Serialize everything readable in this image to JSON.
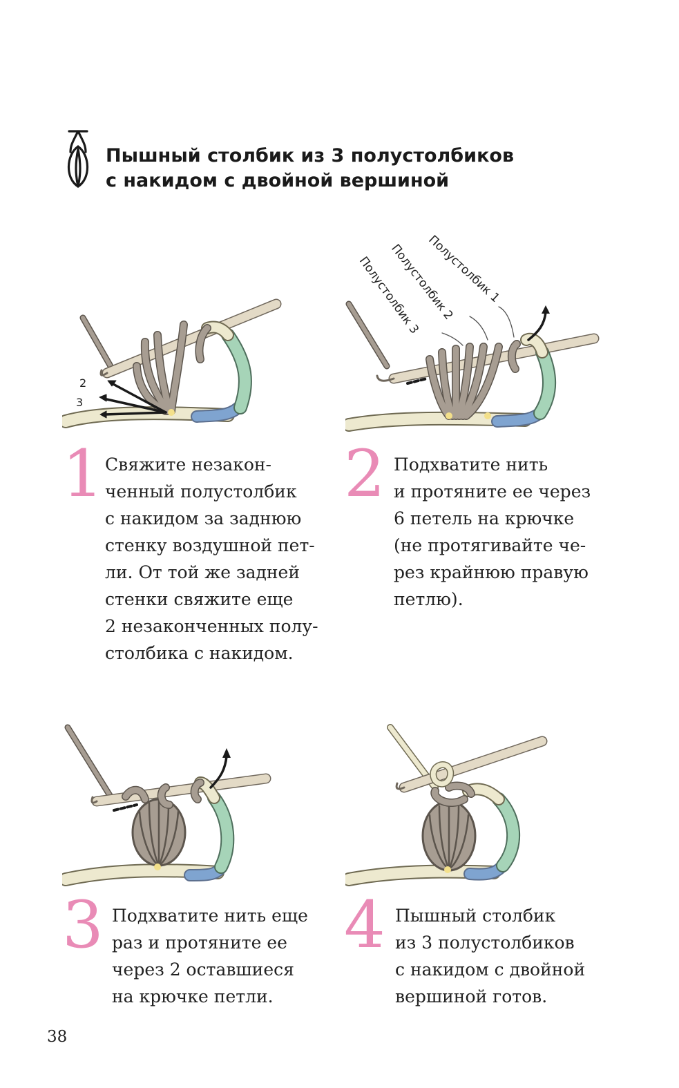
{
  "header": {
    "symbol_icon": "puff-stitch-symbol-icon",
    "title_lines": [
      "Пышный столбик из 3 полустолбиков",
      "с накидом с двойной вершиной"
    ]
  },
  "steps": [
    {
      "number": "1",
      "illustration_markers": [
        "2",
        "3"
      ],
      "lines": [
        "Свяжите незакон-",
        "ченный полустолбик",
        "с накидом за заднюю",
        "стенку воздушной пет-",
        "ли. От той же задней",
        "стенки свяжите еще",
        "2 незаконченных полу-",
        "столбика с накидом."
      ]
    },
    {
      "number": "2",
      "illustration_labels": [
        "Полустолбик 1",
        "Полустолбик 2",
        "Полустолбик 3"
      ],
      "lines": [
        "Подхватите нить",
        "и протяните ее через",
        "6 петель на крючке",
        "(не протягивайте че-",
        "рез крайнюю правую",
        "петлю)."
      ]
    },
    {
      "number": "3",
      "lines": [
        "Подхватите нить еще",
        "раз и протяните ее",
        "через 2 оставшиеся",
        "на крючке петли."
      ]
    },
    {
      "number": "4",
      "lines": [
        "Пышный столбик",
        "из 3 полустолбиков",
        "с накидом с двойной",
        "вершиной готов."
      ]
    }
  ],
  "page_number": "38",
  "colors": {
    "step_number": "#e98bb6",
    "yarn_taupe": "#a79d92",
    "yarn_cream": "#ede9cf",
    "chain_green": "#a6d4b8",
    "chain_blue": "#7fa4d0",
    "hook": "#e3dac6",
    "accent_yellow": "#f3e08a"
  }
}
